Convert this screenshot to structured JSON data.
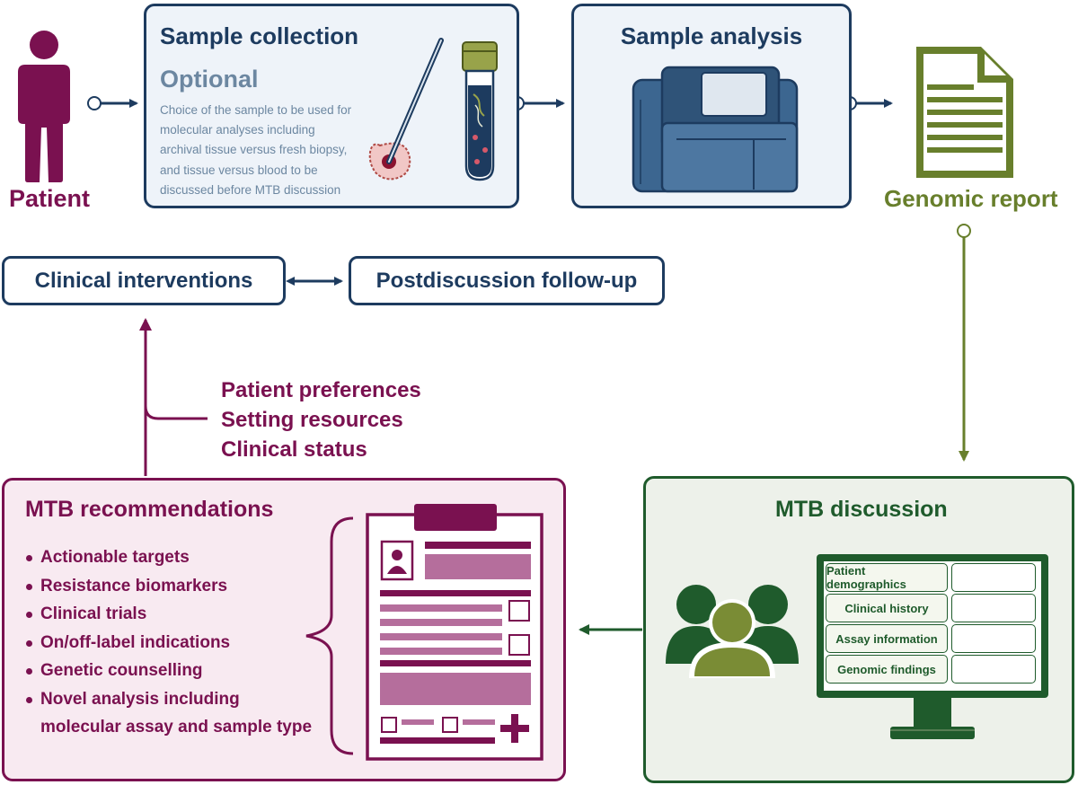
{
  "patient": {
    "label": "Patient"
  },
  "sample_collection": {
    "title": "Sample collection",
    "subtitle": "Optional",
    "description_lines": [
      "Choice of the sample to be used for",
      "molecular analyses including",
      "archival tissue versus fresh biopsy,",
      "and tissue versus blood to be",
      "discussed before MTB discussion"
    ]
  },
  "sample_analysis": {
    "title": "Sample analysis"
  },
  "genomic_report": {
    "label": "Genomic report"
  },
  "clinical_interventions": {
    "label": "Clinical interventions"
  },
  "postdiscussion": {
    "label": "Postdiscussion follow-up"
  },
  "factors": [
    "Patient preferences",
    "Setting resources",
    "Clinical status"
  ],
  "mtb_recommendations": {
    "title": "MTB recommendations",
    "items": [
      "Actionable targets",
      "Resistance biomarkers",
      "Clinical trials",
      "On/off-label indications",
      "Genetic counselling",
      "Novel analysis including"
    ],
    "last_item_continuation": "molecular assay and sample type"
  },
  "mtb_discussion": {
    "title": "MTB discussion",
    "table_rows": [
      "Patient demographics",
      "Clinical history",
      "Assay information",
      "Genomic findings"
    ]
  },
  "colors": {
    "navy": "#1d3b5f",
    "maroon": "#7a1150",
    "olive": "#687f2c",
    "green": "#1f5b2c",
    "pink_fill": "#f8eaf1",
    "green_fill": "#edf1ea"
  }
}
